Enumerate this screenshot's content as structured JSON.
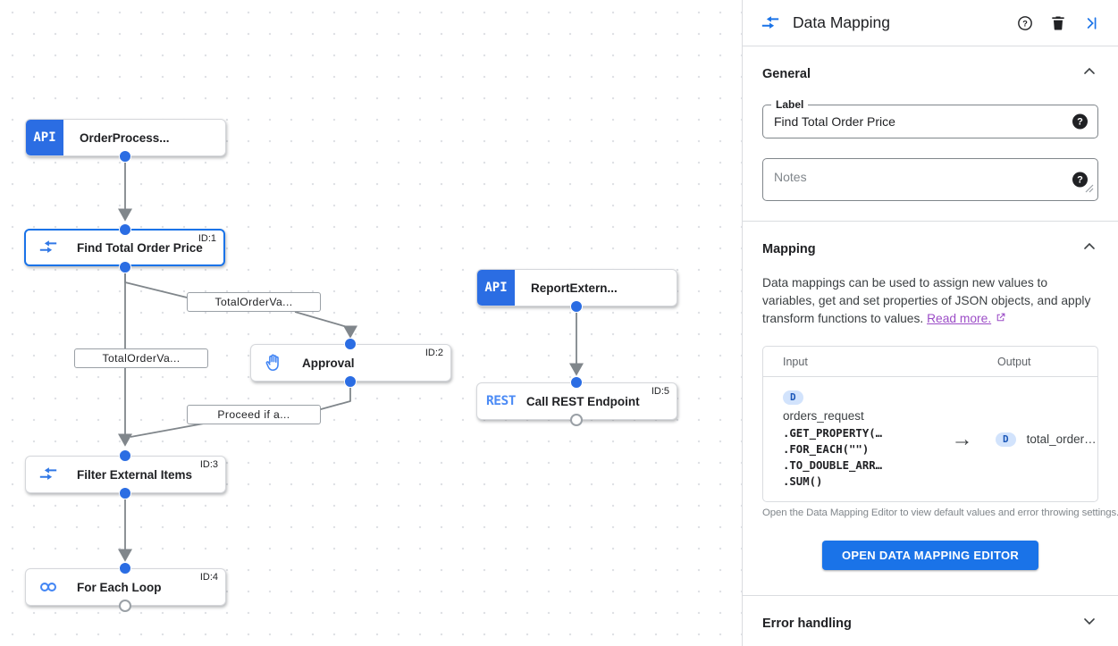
{
  "diagram": {
    "nodes": [
      {
        "label": "OrderProcess...",
        "badge": "API"
      },
      {
        "label": "Find Total Order Price",
        "id": "ID:1",
        "icon": "data-mapping-icon"
      },
      {
        "label": "ReportExtern...",
        "badge": "API"
      },
      {
        "label": "Approval",
        "id": "ID:2",
        "icon": "hand-icon"
      },
      {
        "label": "Call REST Endpoint",
        "id": "ID:5",
        "badge": "REST"
      },
      {
        "label": "Filter External Items",
        "id": "ID:3",
        "icon": "data-mapping-icon"
      },
      {
        "label": "For Each Loop",
        "id": "ID:4",
        "icon": "loop-icon"
      }
    ],
    "edge_labels": [
      {
        "text": "TotalOrderVa..."
      },
      {
        "text": "TotalOrderVa..."
      },
      {
        "text": "Proceed if a..."
      }
    ]
  },
  "panel": {
    "title": "Data Mapping",
    "general": {
      "title": "General",
      "label_field": {
        "label": "Label",
        "value": "Find Total Order Price",
        "help_icon": "?"
      },
      "notes_field": {
        "placeholder": "Notes",
        "help_icon": "?"
      }
    },
    "mapping": {
      "title": "Mapping",
      "description": "Data mappings can be used to assign new values to variables, get and set properties of JSON objects, and apply transform functions to values.",
      "read_more": "Read more.",
      "table": {
        "input_header": "Input",
        "output_header": "Output",
        "input": {
          "badge": "D",
          "variable": "orders_request",
          "functions": [
            ".GET_PROPERTY(…",
            ".FOR_EACH(\"\")",
            ".TO_DOUBLE_ARR…",
            ".SUM()"
          ]
        },
        "arrow": "→",
        "output": {
          "badge": "D",
          "variable": "total_order…"
        }
      },
      "hint": "Open the Data Mapping Editor to view default values and error throwing settings.",
      "button": "OPEN DATA MAPPING EDITOR"
    },
    "error_handling": {
      "title": "Error handling"
    }
  },
  "colors": {
    "accent_blue": "#1a73e8",
    "node_badge_blue": "#2b6de3",
    "edge_gray": "#80868b",
    "link_purple": "#9c4dc7",
    "badge_pill_bg": "#d2e3fc"
  }
}
